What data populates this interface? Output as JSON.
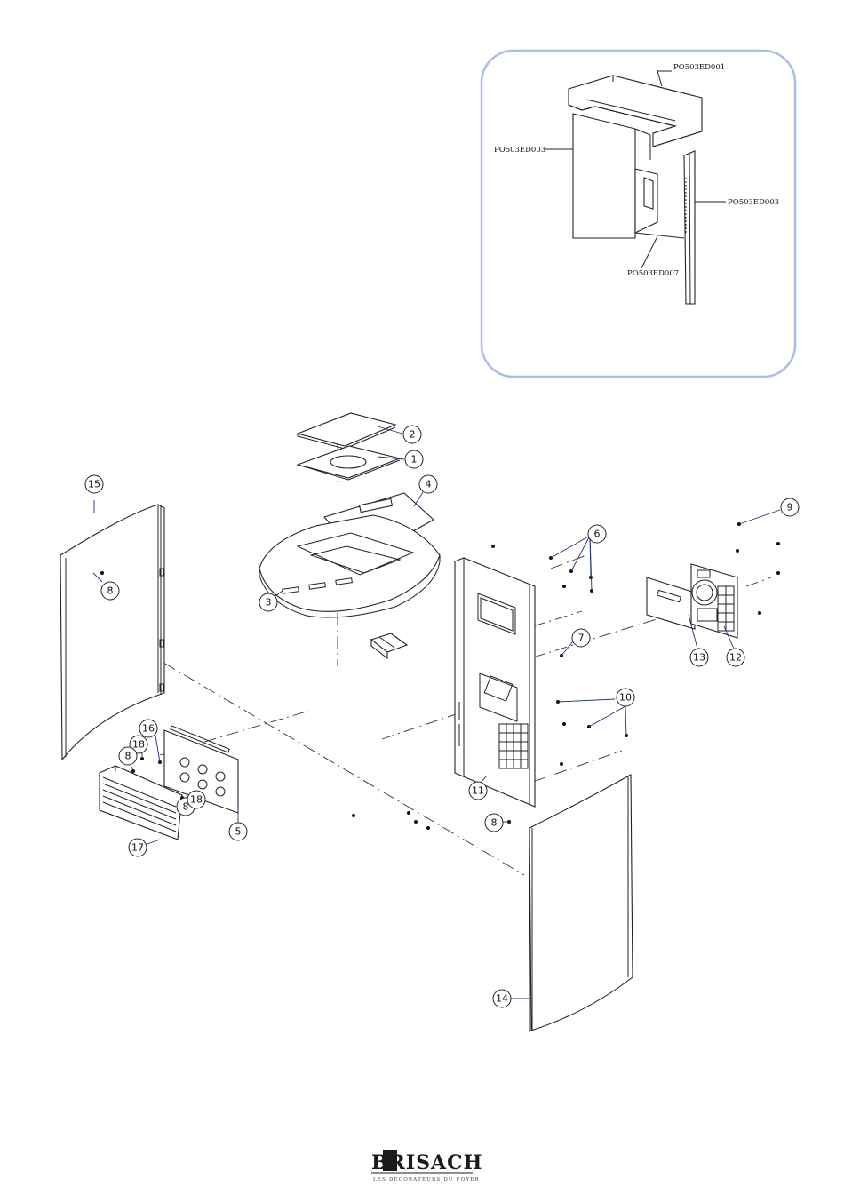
{
  "inset": {
    "border_color": "#a9bde6",
    "labels": {
      "top": "PO503ED001",
      "left": "PO503ED003",
      "right": "PO503ED003",
      "bottom": "PO503ED007"
    }
  },
  "callouts": [
    "1",
    "2",
    "3",
    "4",
    "5",
    "6",
    "7",
    "8",
    "8",
    "8",
    "8",
    "9",
    "10",
    "11",
    "12",
    "13",
    "14",
    "15",
    "16",
    "17",
    "18",
    "18"
  ],
  "logo": {
    "wordmark": "BRISACH",
    "tagline": "LES DECORATEURS DU FOYER"
  },
  "colors": {
    "leader": "#1f2f7a",
    "line": "#222222"
  }
}
